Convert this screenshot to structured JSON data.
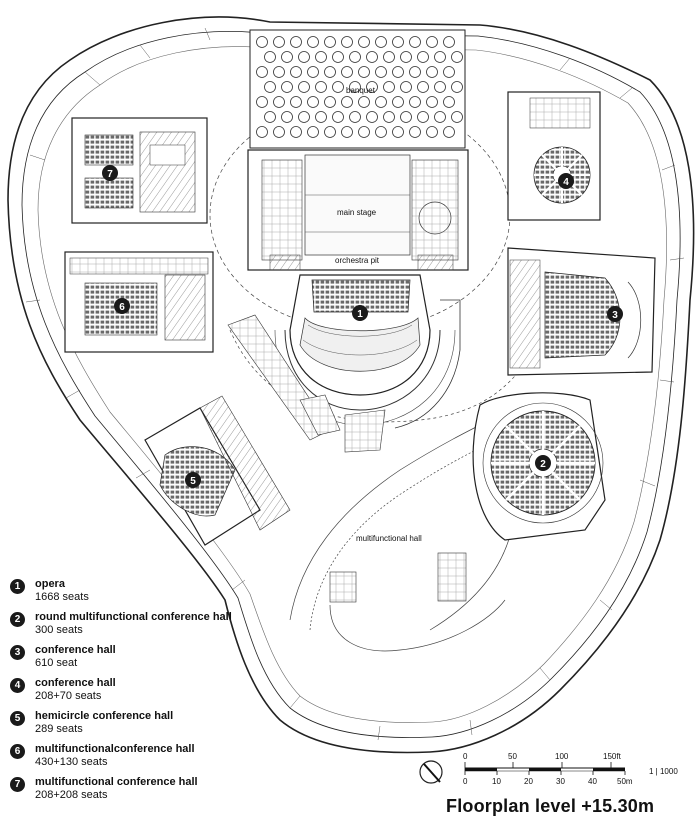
{
  "plan": {
    "title": "Floorplan level +15.30m",
    "labels": {
      "banquet": "banquet",
      "main_stage": "main stage",
      "orchestra_pit": "orchestra pit",
      "multifunctional_hall": "multifunctional hall"
    },
    "markers": [
      "1",
      "2",
      "3",
      "4",
      "5",
      "6",
      "7"
    ]
  },
  "legend": [
    {
      "num": "1",
      "name": "opera",
      "seats": "1668 seats"
    },
    {
      "num": "2",
      "name": "round multifunctional conference hall",
      "seats": "300 seats"
    },
    {
      "num": "3",
      "name": "conference hall",
      "seats": "610 seat"
    },
    {
      "num": "4",
      "name": "conference hall",
      "seats": "208+70 seats"
    },
    {
      "num": "5",
      "name": "hemicircle conference hall",
      "seats": "289 seats"
    },
    {
      "num": "6",
      "name": "multifunctionalconference hall",
      "seats": "430+130 seats"
    },
    {
      "num": "7",
      "name": "multifunctional conference hall",
      "seats": "208+208 seats"
    }
  ],
  "scale": {
    "ft_ticks": [
      "0",
      "50",
      "100",
      "150ft"
    ],
    "m_ticks": [
      "0",
      "10",
      "20",
      "30",
      "40",
      "50m"
    ],
    "ratio": "1 | 1000"
  }
}
